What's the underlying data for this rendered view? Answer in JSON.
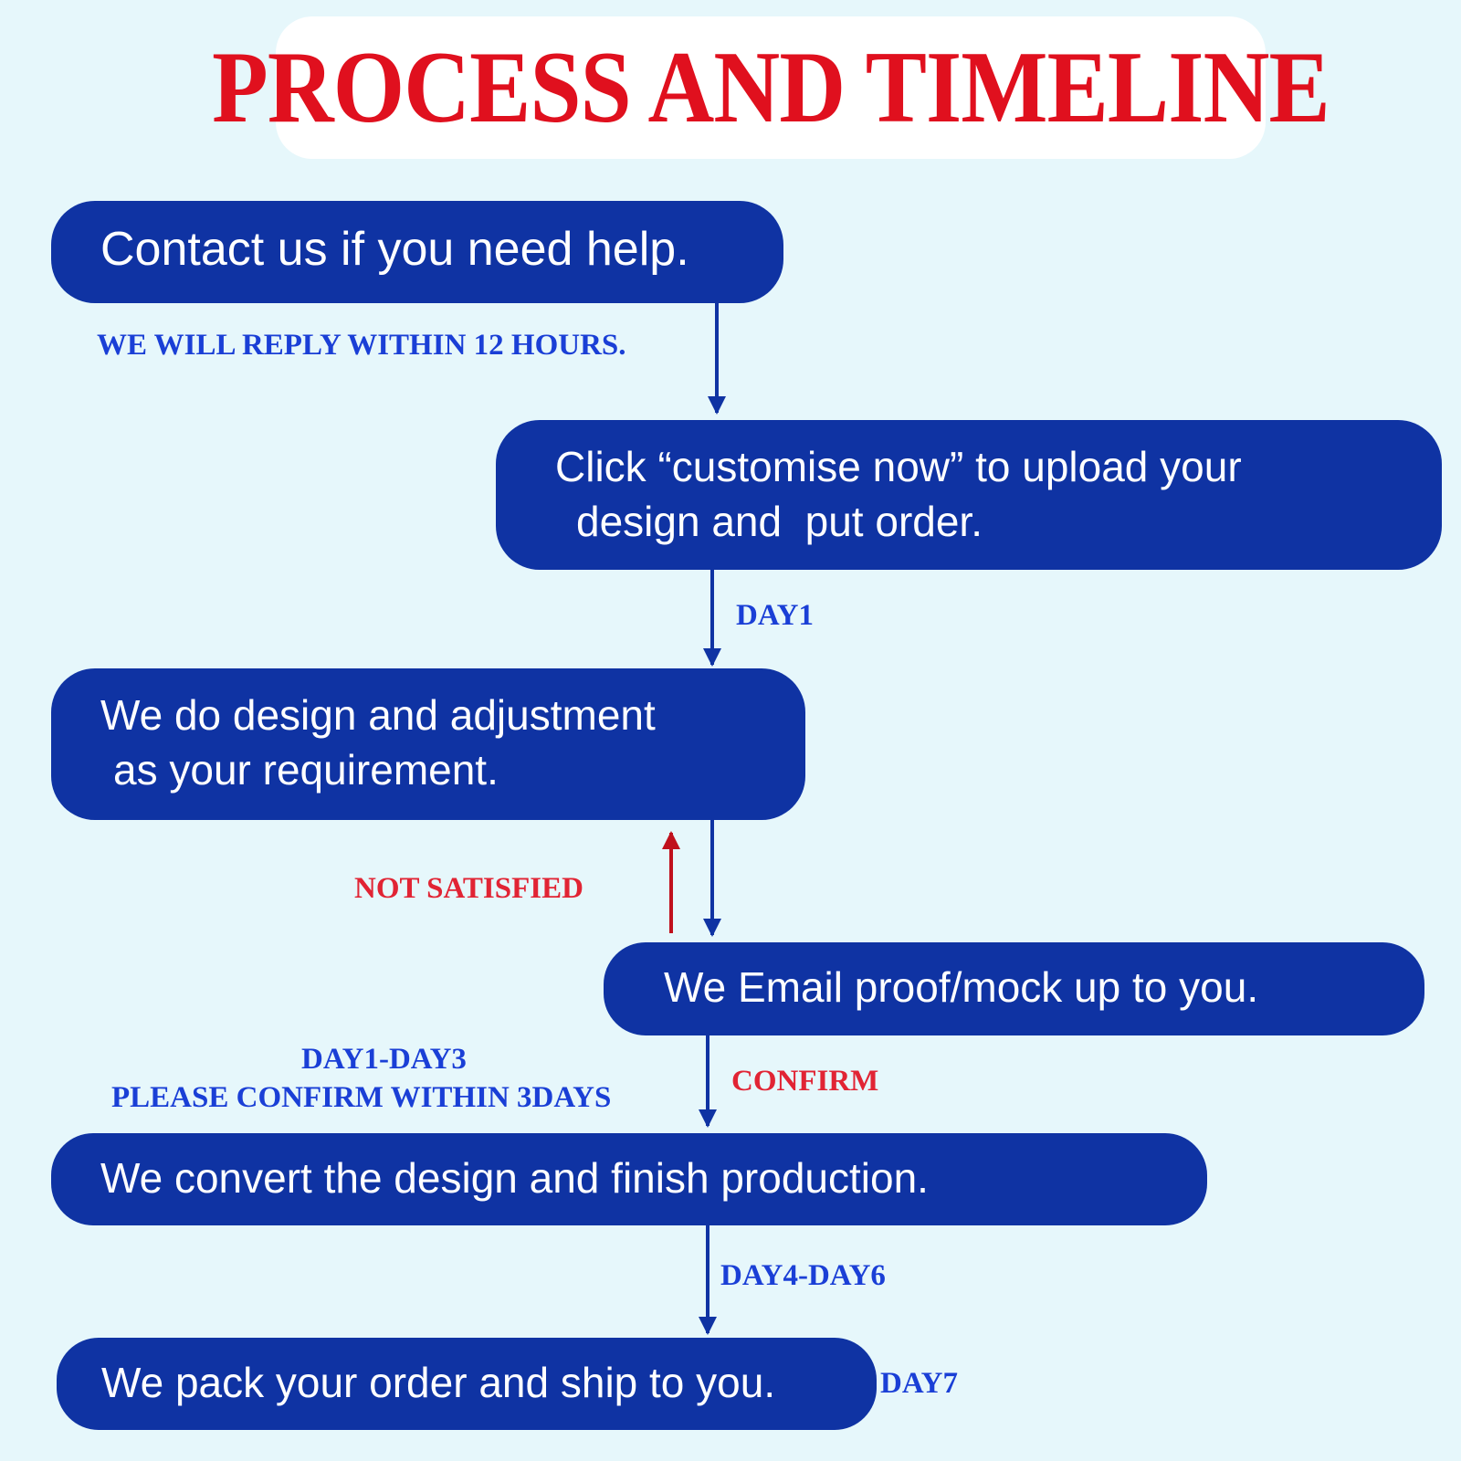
{
  "title": "PROCESS AND TIMELINE",
  "colors": {
    "background": "#e6f7fb",
    "step_fill": "#0f33a3",
    "title_red": "#e0101e",
    "label_blue": "#1a3fd6",
    "label_red": "#e12434",
    "arrow_blue": "#0f33a3",
    "arrow_red": "#c0101c"
  },
  "steps": [
    {
      "line1": "Contact us if you need help."
    },
    {
      "line1": "Click “customise now” to upload your",
      "line2": "design and  put order."
    },
    {
      "line1": "We do design and adjustment",
      "line2": "as your requirement."
    },
    {
      "line1": "We Email proof/mock up to you."
    },
    {
      "line1": "We convert the design and finish production."
    },
    {
      "line1": "We pack your order and ship to you."
    }
  ],
  "labels": {
    "reply": "WE WILL REPLY WITHIN 12 HOURS.",
    "day1": "DAY1",
    "not_satisfied": "NOT SATISFIED",
    "day1_day3": "DAY1-DAY3",
    "confirm_within": "PLEASE CONFIRM WITHIN 3DAYS",
    "confirm": "CONFIRM",
    "day4_day6": "DAY4-DAY6",
    "day7": "DAY7"
  }
}
